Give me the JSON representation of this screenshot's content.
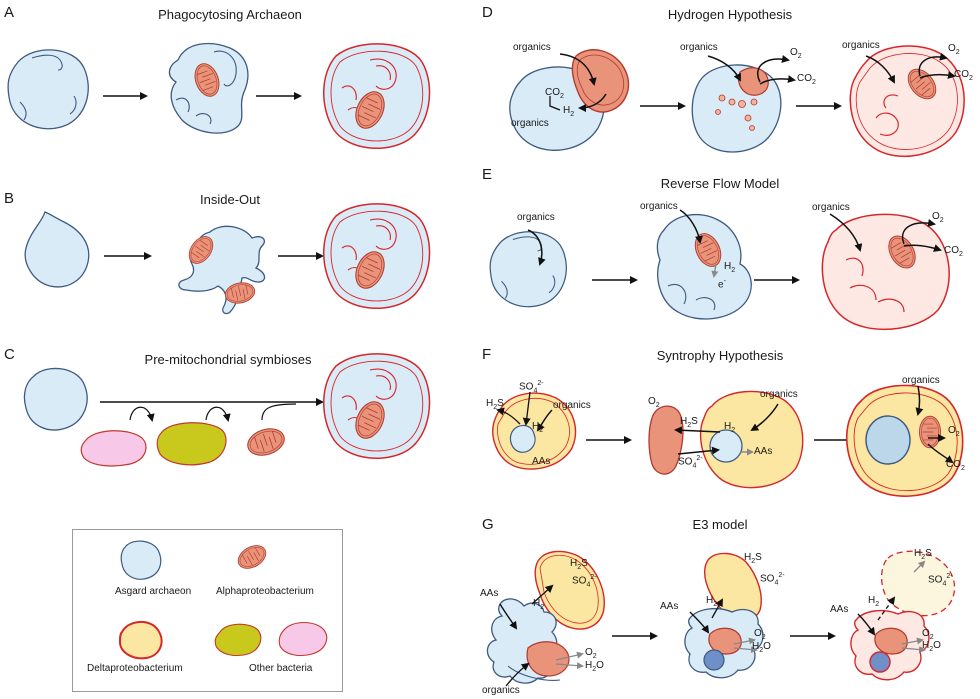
{
  "panels": {
    "A": {
      "letter": "A",
      "title": "Phagocytosing Archaeon"
    },
    "B": {
      "letter": "B",
      "title": "Inside-Out"
    },
    "C": {
      "letter": "C",
      "title": "Pre-mitochondrial symbioses"
    },
    "D": {
      "letter": "D",
      "title": "Hydrogen Hypothesis"
    },
    "E": {
      "letter": "E",
      "title": "Reverse Flow Model"
    },
    "F": {
      "letter": "F",
      "title": "Syntrophy Hypothesis"
    },
    "G": {
      "letter": "G",
      "title": "E3 model"
    }
  },
  "labels": {
    "organics": "organics",
    "co2": "CO2",
    "o2": "O2",
    "h2": "H2",
    "h2s": "H2S",
    "so4": "SO42-",
    "aas": "AAs",
    "eminus": "e-",
    "h2o": "H2O"
  },
  "legend": {
    "asgard": "Asgard archaeon",
    "alpha": "Alphaproteobacterium",
    "delta": "Deltaproteobacterium",
    "other": "Other bacteria"
  },
  "colors": {
    "archaeon_fill": "#d9ebf7",
    "archaeon_stroke": "#3d5a80",
    "alpha_fill": "#e8937a",
    "alpha_stroke": "#b03a2e",
    "delta_fill": "#fbe7a1",
    "delta_stroke": "#d6262a",
    "other_green": "#c9c81c",
    "other_pink": "#f8c8e8",
    "euk_stroke": "#d6262a"
  }
}
